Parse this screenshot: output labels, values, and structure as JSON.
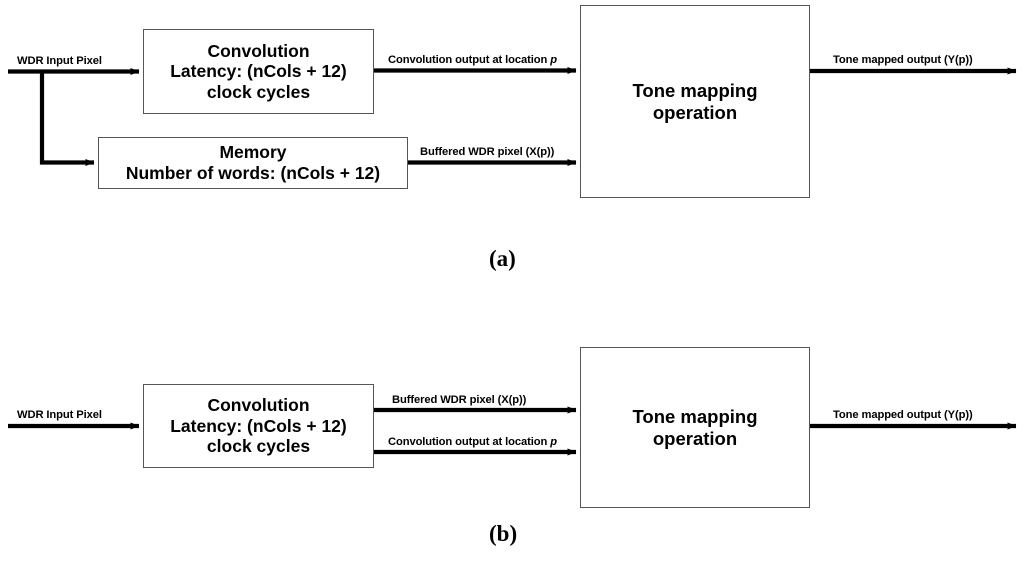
{
  "figure": {
    "background_color": "#ffffff",
    "line_color": "#000000",
    "box_border_color": "#555555",
    "panels": [
      {
        "id": "panel-a",
        "caption": "(a)",
        "blocks": [
          {
            "id": "convolution-block-a",
            "lines": [
              "Convolution",
              "Latency: (nCols + 12)",
              "clock cycles"
            ]
          },
          {
            "id": "memory-block-a",
            "lines": [
              "Memory",
              "Number of words: (nCols + 12)"
            ]
          },
          {
            "id": "tone-mapping-block-a",
            "lines": [
              "Tone mapping",
              "operation"
            ]
          }
        ],
        "edges": [
          {
            "id": "wdr-input-a",
            "label": "WDR Input Pixel"
          },
          {
            "id": "conv-output-a",
            "label": "Convolution output at location ",
            "italic_suffix": "p"
          },
          {
            "id": "buffered-wdr-a",
            "label": "Buffered WDR pixel (X(p))"
          },
          {
            "id": "tone-mapped-out-a",
            "label": "Tone mapped output (Y(p))"
          }
        ]
      },
      {
        "id": "panel-b",
        "caption": "(b)",
        "blocks": [
          {
            "id": "convolution-block-b",
            "lines": [
              "Convolution",
              "Latency: (nCols + 12)",
              "clock cycles"
            ]
          },
          {
            "id": "tone-mapping-block-b",
            "lines": [
              "Tone mapping",
              "operation"
            ]
          }
        ],
        "edges": [
          {
            "id": "wdr-input-b",
            "label": "WDR Input Pixel"
          },
          {
            "id": "buffered-wdr-b",
            "label": "Buffered WDR pixel (X(p))"
          },
          {
            "id": "conv-output-b",
            "label": "Convolution output at location ",
            "italic_suffix": "p"
          },
          {
            "id": "tone-mapped-out-b",
            "label": "Tone mapped output (Y(p))"
          }
        ]
      }
    ]
  }
}
